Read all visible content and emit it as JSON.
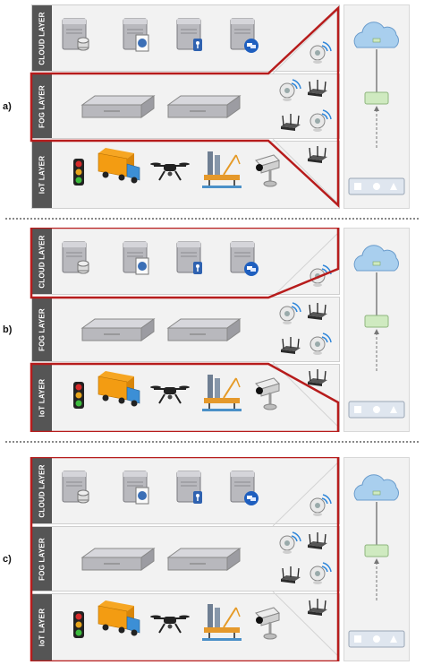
{
  "layers": {
    "cloud": "CLOUD LAYER",
    "fog": "FOG LAYER",
    "iot": "IoT LAYER"
  },
  "panels": [
    {
      "label": "a)",
      "highlight": "fog"
    },
    {
      "label": "b)",
      "highlight": "cloud-iot"
    },
    {
      "label": "c)",
      "highlight": "all"
    }
  ],
  "colors": {
    "highlight": "#b71c1c",
    "tab": "#555555",
    "cloud": "#a9cfee",
    "fog_node": "#cfeac0"
  },
  "icons": {
    "cloud": [
      "server-db-icon",
      "server-globe-icon",
      "server-key-icon",
      "server-chat-icon"
    ],
    "fog": [
      "fog-server-icon",
      "fog-server-icon"
    ],
    "iot": [
      "traffic-light-icon",
      "truck-icon",
      "drone-icon",
      "oil-platform-icon",
      "security-camera-icon"
    ],
    "edge": [
      "access-point-icon",
      "router-icon"
    ]
  }
}
